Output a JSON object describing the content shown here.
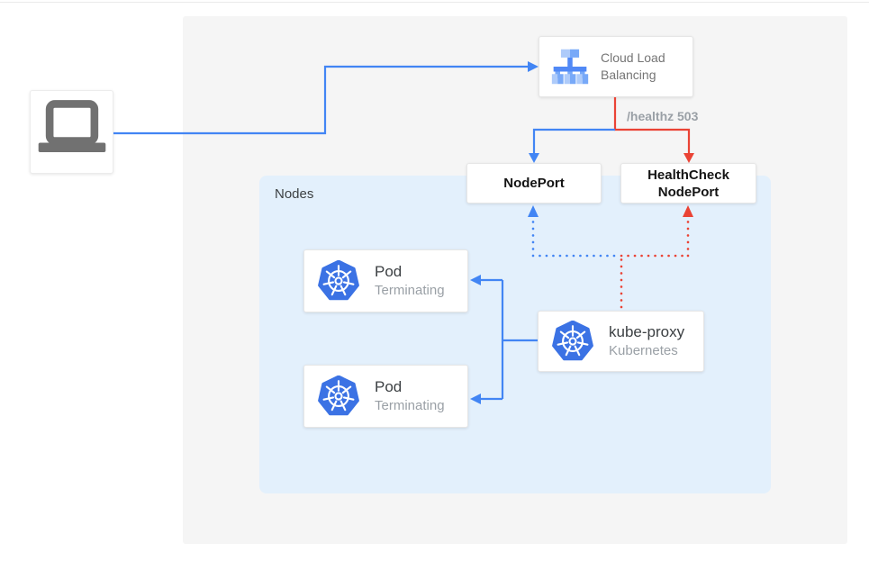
{
  "diagram": {
    "title_hint": "Kubernetes external load balancer health-check flow",
    "nodes_panel_label": "Nodes",
    "client": {
      "icon": "laptop-icon"
    },
    "load_balancer": {
      "label": "Cloud Load Balancing",
      "icon": "cloud-load-balancing-icon"
    },
    "healthz_label": "/healthz 503",
    "node_port": {
      "label": "NodePort"
    },
    "healthcheck_node_port": {
      "label": "HealthCheck NodePort"
    },
    "pods": [
      {
        "title": "Pod",
        "status": "Terminating",
        "icon": "kubernetes-helm-icon"
      },
      {
        "title": "Pod",
        "status": "Terminating",
        "icon": "kubernetes-helm-icon"
      }
    ],
    "kube_proxy": {
      "title": "kube-proxy",
      "subtitle": "Kubernetes",
      "icon": "kubernetes-helm-icon"
    },
    "colors": {
      "blue_line": "#4285f4",
      "red_line": "#ea4335",
      "panel_bg": "#f5f5f5",
      "nodes_bg": "#e3f0fc",
      "k8s_blue": "#3b72e4",
      "gray_text": "#9aa0a6"
    }
  }
}
